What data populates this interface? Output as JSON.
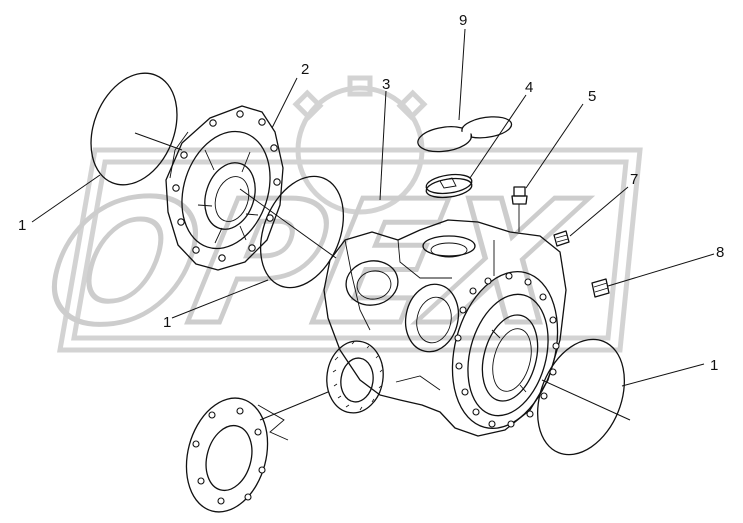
{
  "watermark": {
    "text": "OPEX"
  },
  "callouts": [
    {
      "id": "c1a",
      "label": "1"
    },
    {
      "id": "c1b",
      "label": "1"
    },
    {
      "id": "c1c",
      "label": "1"
    },
    {
      "id": "c2",
      "label": "2"
    },
    {
      "id": "c3",
      "label": "3"
    },
    {
      "id": "c4",
      "label": "4"
    },
    {
      "id": "c5",
      "label": "5"
    },
    {
      "id": "c7",
      "label": "7"
    },
    {
      "id": "c8",
      "label": "8"
    },
    {
      "id": "c9",
      "label": "9"
    }
  ],
  "colors": {
    "line": "#111111",
    "watermark": "#c8c8c8",
    "background": "#ffffff"
  }
}
